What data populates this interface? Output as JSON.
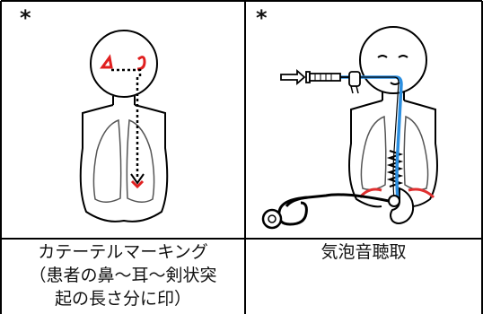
{
  "colors": {
    "outline": "#000000",
    "red_marker": "#e02020",
    "tube_blue": "#2a8ee0",
    "stomach_red": "#e03030"
  },
  "table": {
    "columns": [
      {
        "marker": "*",
        "illustration": "catheter-marking-figure",
        "caption_lines": [
          "カテーテルマーキング",
          "（患者の鼻〜耳〜剣状突",
          "起の長さ分に印）"
        ]
      },
      {
        "marker": "*",
        "illustration": "air-sound-auscultation-figure",
        "caption_lines": [
          "気泡音聴取"
        ]
      }
    ]
  }
}
